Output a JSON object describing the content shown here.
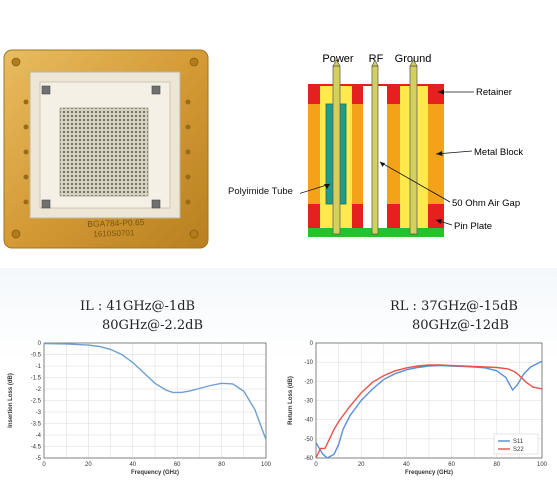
{
  "socket": {
    "part_label": "BGA784-P0.65",
    "serial_label": "1610S0701"
  },
  "cross_section": {
    "headers": [
      "Power",
      "RF",
      "Ground"
    ],
    "callouts": {
      "retainer": "Retainer",
      "metal_block": "Metal Block",
      "polyimide_tube": "Polyimide Tube",
      "air_gap": "50 Ohm Air Gap",
      "pin_plate": "Pin Plate"
    }
  },
  "il_plot": {
    "metric_line1": "IL : 41GHz@-1dB",
    "metric_line2": "80GHz@-2.2dB",
    "ylabel": "Insertion Loss (dB)",
    "xlabel": "Frequency (GHz)",
    "xticks": [
      "0",
      "20",
      "40",
      "60",
      "80",
      "100"
    ],
    "yticks": [
      "0",
      "-0.5",
      "-1",
      "-1.5",
      "-2",
      "-2.5",
      "-3",
      "-3.5",
      "-4",
      "-4.5",
      "-5"
    ]
  },
  "rl_plot": {
    "metric_line1": "RL : 37GHz@-15dB",
    "metric_line2": "80GHz@-12dB",
    "ylabel": "Return Loss (dB)",
    "xlabel": "Frequency (GHz)",
    "xticks": [
      "0",
      "20",
      "40",
      "60",
      "80",
      "100"
    ],
    "yticks": [
      "0",
      "-10",
      "-20",
      "-30",
      "-40",
      "-50",
      "-60"
    ],
    "legend": [
      "S11",
      "S22"
    ]
  },
  "chart_data": [
    {
      "type": "line",
      "xlabel": "Frequency (GHz)",
      "ylabel": "Insertion Loss (dB)",
      "xlim": [
        0,
        100
      ],
      "ylim": [
        -5,
        0
      ],
      "grid": true,
      "series": [
        {
          "color": "#6e9fd0",
          "x": [
            0,
            10,
            20,
            25,
            30,
            35,
            40,
            45,
            50,
            55,
            58,
            62,
            66,
            70,
            75,
            80,
            85,
            90,
            95,
            100
          ],
          "y": [
            -0.02,
            -0.04,
            -0.09,
            -0.15,
            -0.28,
            -0.5,
            -0.85,
            -1.3,
            -1.75,
            -2.05,
            -2.15,
            -2.15,
            -2.08,
            -1.98,
            -1.85,
            -1.75,
            -1.78,
            -2.1,
            -2.9,
            -4.2
          ]
        }
      ]
    },
    {
      "type": "line",
      "xlabel": "Frequency (GHz)",
      "ylabel": "Return Loss (dB)",
      "xlim": [
        0,
        100
      ],
      "ylim": [
        -60,
        0
      ],
      "grid": true,
      "legend": "bottom-right",
      "series": [
        {
          "name": "S11",
          "color": "#5b8fd6",
          "x": [
            0,
            3,
            5,
            8,
            10,
            12,
            15,
            20,
            25,
            30,
            35,
            40,
            45,
            50,
            55,
            60,
            65,
            70,
            75,
            80,
            84,
            87,
            89,
            92,
            95,
            100
          ],
          "y": [
            -52,
            -58,
            -60,
            -58,
            -53,
            -45,
            -38,
            -30,
            -24,
            -19,
            -16,
            -14,
            -12.8,
            -12,
            -11.8,
            -12,
            -12.2,
            -12.5,
            -13,
            -14.5,
            -18,
            -24.5,
            -22,
            -16,
            -12.5,
            -9.5
          ]
        },
        {
          "name": "S22",
          "color": "#e8514a",
          "x": [
            0,
            2,
            4,
            6,
            8,
            10,
            15,
            20,
            25,
            30,
            35,
            40,
            45,
            50,
            55,
            60,
            65,
            70,
            75,
            80,
            85,
            88,
            90,
            93,
            96,
            100
          ],
          "y": [
            -60,
            -55,
            -55,
            -50,
            -45,
            -41,
            -33,
            -26,
            -20.5,
            -17,
            -14.5,
            -13,
            -12,
            -11.5,
            -11.5,
            -11.8,
            -12,
            -12.2,
            -12.5,
            -12.8,
            -13.5,
            -15,
            -17,
            -20.5,
            -23,
            -24
          ]
        }
      ]
    }
  ]
}
